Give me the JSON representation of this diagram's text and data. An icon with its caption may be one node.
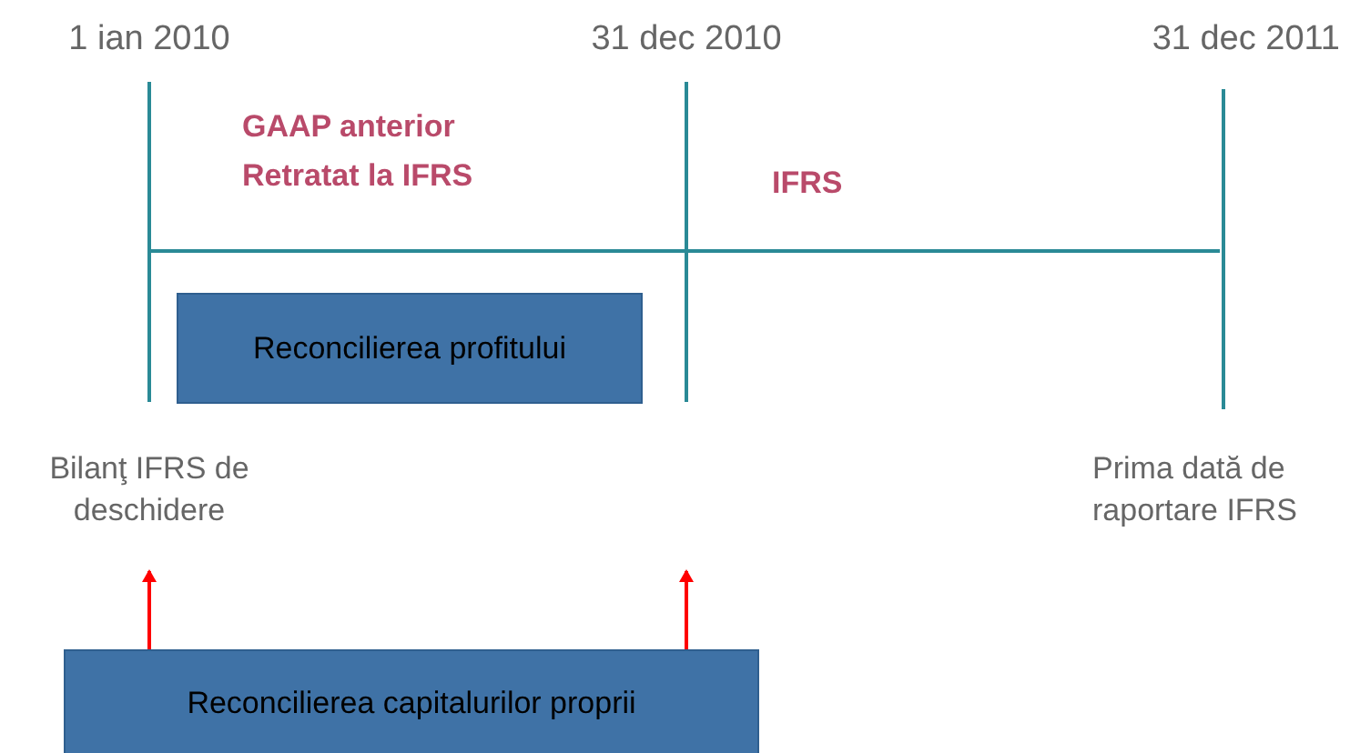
{
  "diagram": {
    "nodes": [
      {
        "text": [
          "Reconcilierea profitului"
        ]
      },
      {
        "text": [
          "Reconcilierea capitalurilor proprii"
        ]
      }
    ],
    "edges": [
      {
        "from": 1,
        "to": null,
        "arrow": "to",
        "color": "#ff0000"
      },
      {
        "from": 1,
        "to": null,
        "arrow": "to",
        "color": "#ff0000"
      }
    ],
    "labels": [
      "1 ian 2010",
      "31 dec 2010",
      "31 dec 2011",
      "GAAP anterior Retratat la IFRS",
      "IFRS",
      "Bilanţ IFRS de deschidere",
      "Prima dată de raportare IFRS"
    ]
  }
}
